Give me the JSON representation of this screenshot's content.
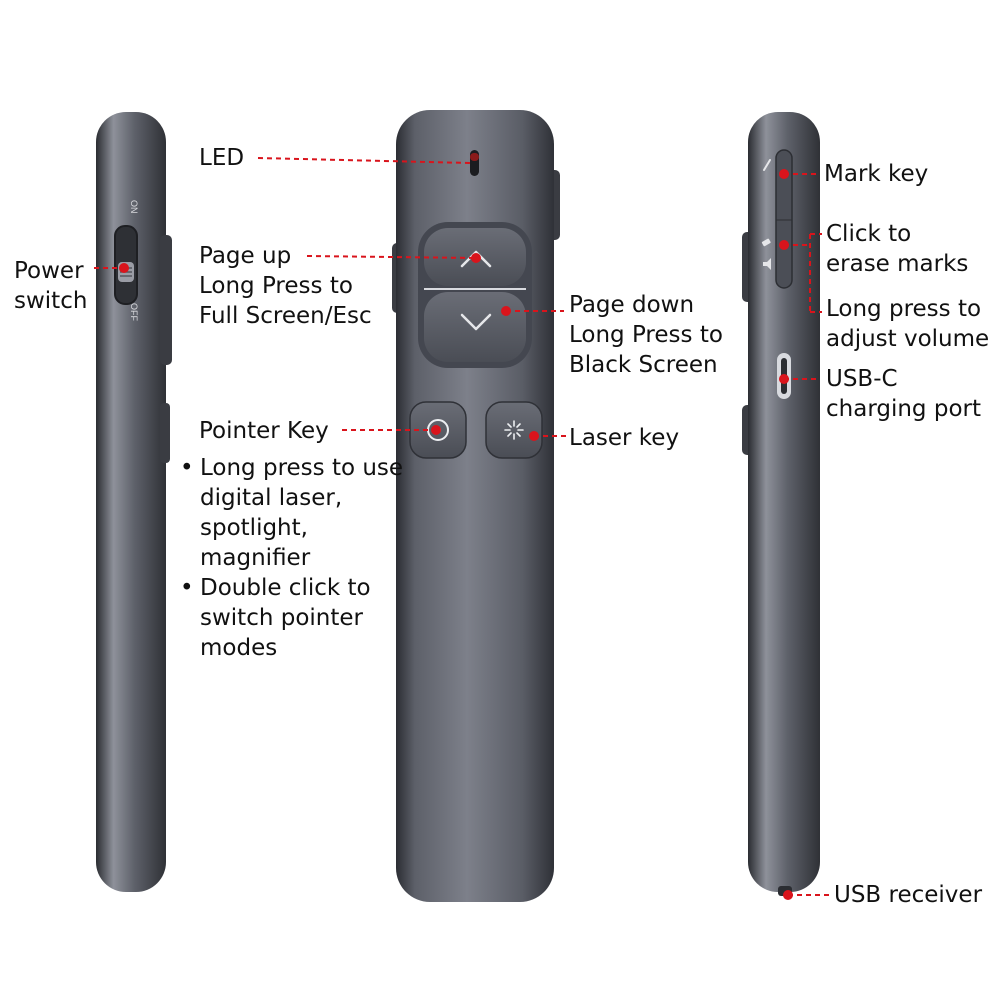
{
  "colors": {
    "leader": "#d9141c",
    "body_dark": "#3d4049",
    "body_mid": "#6b6e78",
    "body_light": "#9a9ca5",
    "key": "#5a5d66"
  },
  "side_left": {
    "switch_on": "ON",
    "switch_off": "OFF"
  },
  "labels": {
    "power_switch": [
      "Power",
      "switch"
    ],
    "led": "LED",
    "page_up": [
      "Page up",
      "Long Press to",
      "Full Screen/Esc"
    ],
    "page_down": [
      "Page down",
      "Long Press to",
      "Black Screen"
    ],
    "pointer_key": "Pointer Key",
    "pointer_notes": [
      [
        "Long press to use",
        "digital laser,",
        "spotlight,",
        "magnifier"
      ],
      [
        "Double click to",
        "switch pointer",
        "modes"
      ]
    ],
    "bullet": "•",
    "laser_key": "Laser key",
    "mark_key": "Mark key",
    "erase": [
      "Click to",
      "erase marks"
    ],
    "volume": [
      "Long press to",
      "adjust volume"
    ],
    "usb_c": [
      "USB-C",
      "charging port"
    ],
    "usb_receiver": "USB receiver"
  },
  "icons": {
    "page_up": "chevron-up-icon",
    "page_down": "chevron-down-icon",
    "pointer": "target-icon",
    "laser": "sparkle-icon",
    "mark": "pen-icon",
    "erase": "eraser-icon",
    "volume": "speaker-icon",
    "usb_c": "usb-c-icon"
  }
}
